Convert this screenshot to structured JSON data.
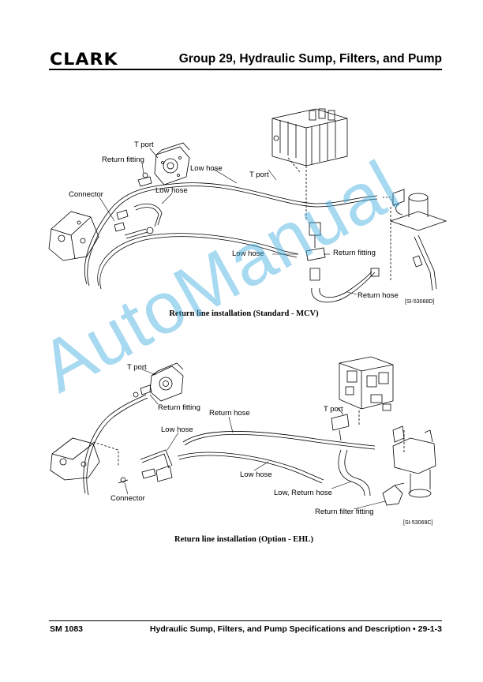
{
  "header": {
    "logo": "CLARK",
    "title": "Group 29, Hydraulic Sump, Filters, and Pump"
  },
  "diagram1": {
    "labels": {
      "t_port_a": "T port",
      "return_fitting_a": "Return fitting",
      "low_hose_a": "Low hose",
      "t_port_b": "T port",
      "connector": "Connector",
      "low_hose_b": "Low hose",
      "low_hose_c": "Low hose",
      "return_fitting_b": "Return fitting",
      "return_hose": "Return hose"
    },
    "ref": "[SI-53068D]",
    "caption": "Return line installation (Standard - MCV)"
  },
  "diagram2": {
    "labels": {
      "t_port_a": "T port",
      "return_fitting": "Return fitting",
      "return_hose": "Return hose",
      "t_port_b": "T port",
      "low_hose_a": "Low hose",
      "low_hose_b": "Low hose",
      "connector": "Connector",
      "low_return_hose": "Low, Return hose",
      "return_filter_fitting": "Return filter fitting"
    },
    "ref": "[SI-53069C]",
    "caption": "Return line installation (Option - EHL)"
  },
  "watermark": "AutoManual",
  "footer": {
    "left": "SM 1083",
    "right": "Hydraulic Sump, Filters, and Pump Specifications and Description • 29-1-3"
  }
}
